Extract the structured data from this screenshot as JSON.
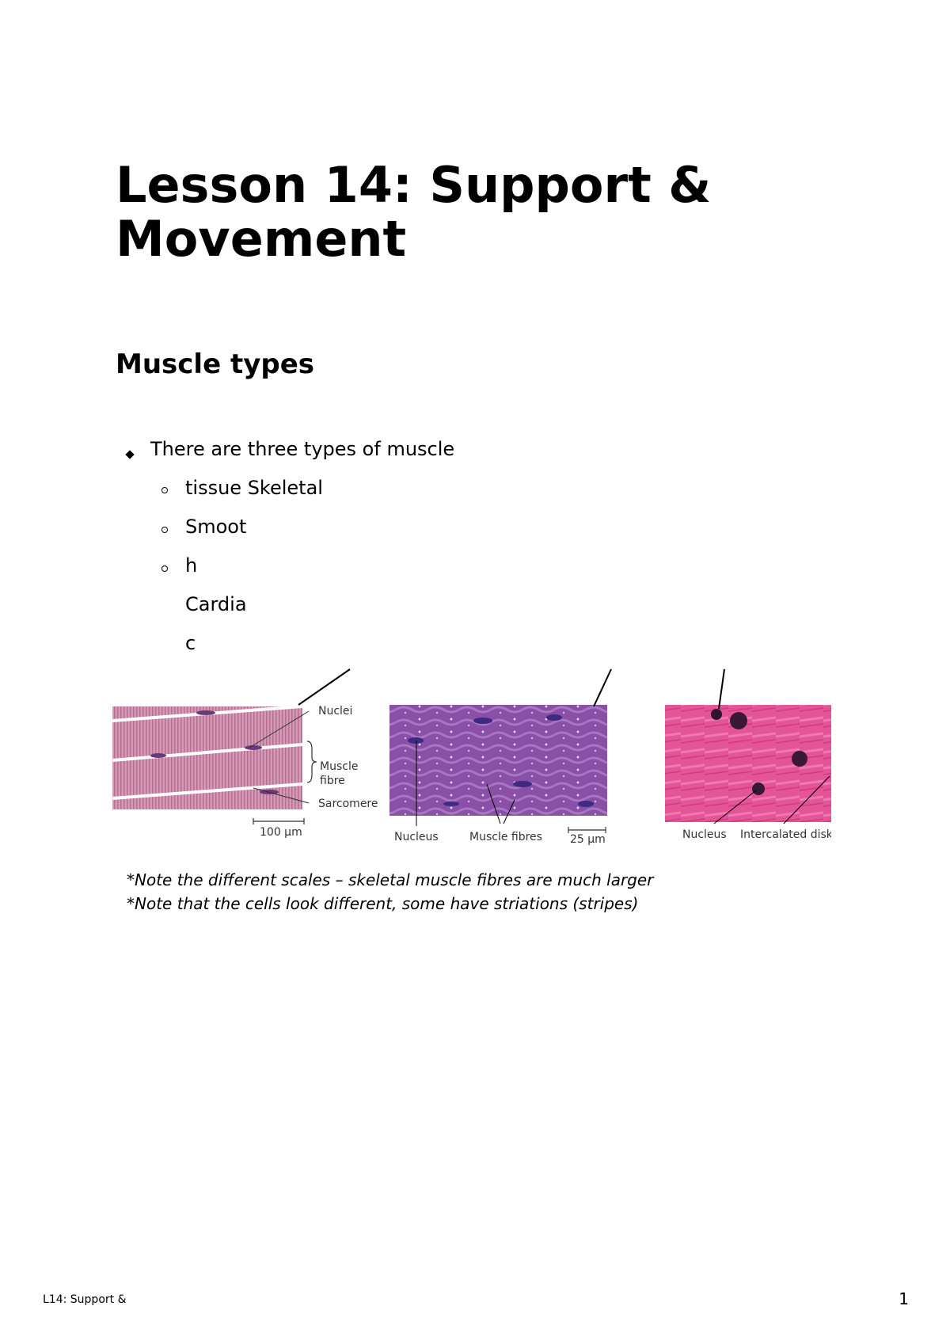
{
  "document": {
    "title": "Lesson 14: Support & Movement",
    "section_heading": "Muscle types",
    "bullet": "There are three types of muscle",
    "subitems": [
      "tissue Skeletal",
      "Smoot",
      "h"
    ],
    "continuation_lines": [
      "Cardia",
      "c"
    ]
  },
  "figure": {
    "skeletal_labels": {
      "nuclei": "Nuclei",
      "muscle": "Muscle",
      "fibre": "fibre",
      "sarcomere": "Sarcomere",
      "scale": "100 µm"
    },
    "smooth_labels": {
      "nucleus": "Nucleus",
      "muscle_fibres": "Muscle fibres",
      "scale": "25 µm"
    },
    "cardiac_labels": {
      "nucleus": "Nucleus",
      "intercalated_disk": "Intercalated disk"
    },
    "notes": [
      "*Note the different scales – skeletal muscle fibres are much larger",
      "*Note that the cells look different, some have striations (stripes)"
    ],
    "colors": {
      "skeletal": "#c98aa8",
      "smooth": "#8a4fa6",
      "cardiac": "#e04a8c"
    }
  },
  "footer": {
    "left": "L14: Support &",
    "page_number": "1"
  }
}
